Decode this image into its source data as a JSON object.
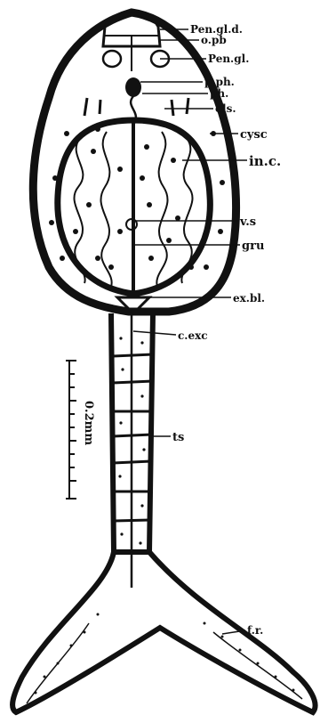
{
  "labels": {
    "pen_gld": "Pen.gl.d.",
    "o_pb": "o.pb",
    "pen_gl": "Pen.gl.",
    "pph": "p.ph.",
    "ph": "ph.",
    "ols": "ols.",
    "cysc": "cysc",
    "in_c": "in.c.",
    "vs": "v.s",
    "gru": "gru",
    "ex_bl": "ex.bl.",
    "c_exc": "c.exc",
    "ts": "ts",
    "fr": "f.r."
  },
  "scale_bar": {
    "label": "0.2mm"
  },
  "colors": {
    "ink": "#111111",
    "paper": "#ffffff"
  }
}
